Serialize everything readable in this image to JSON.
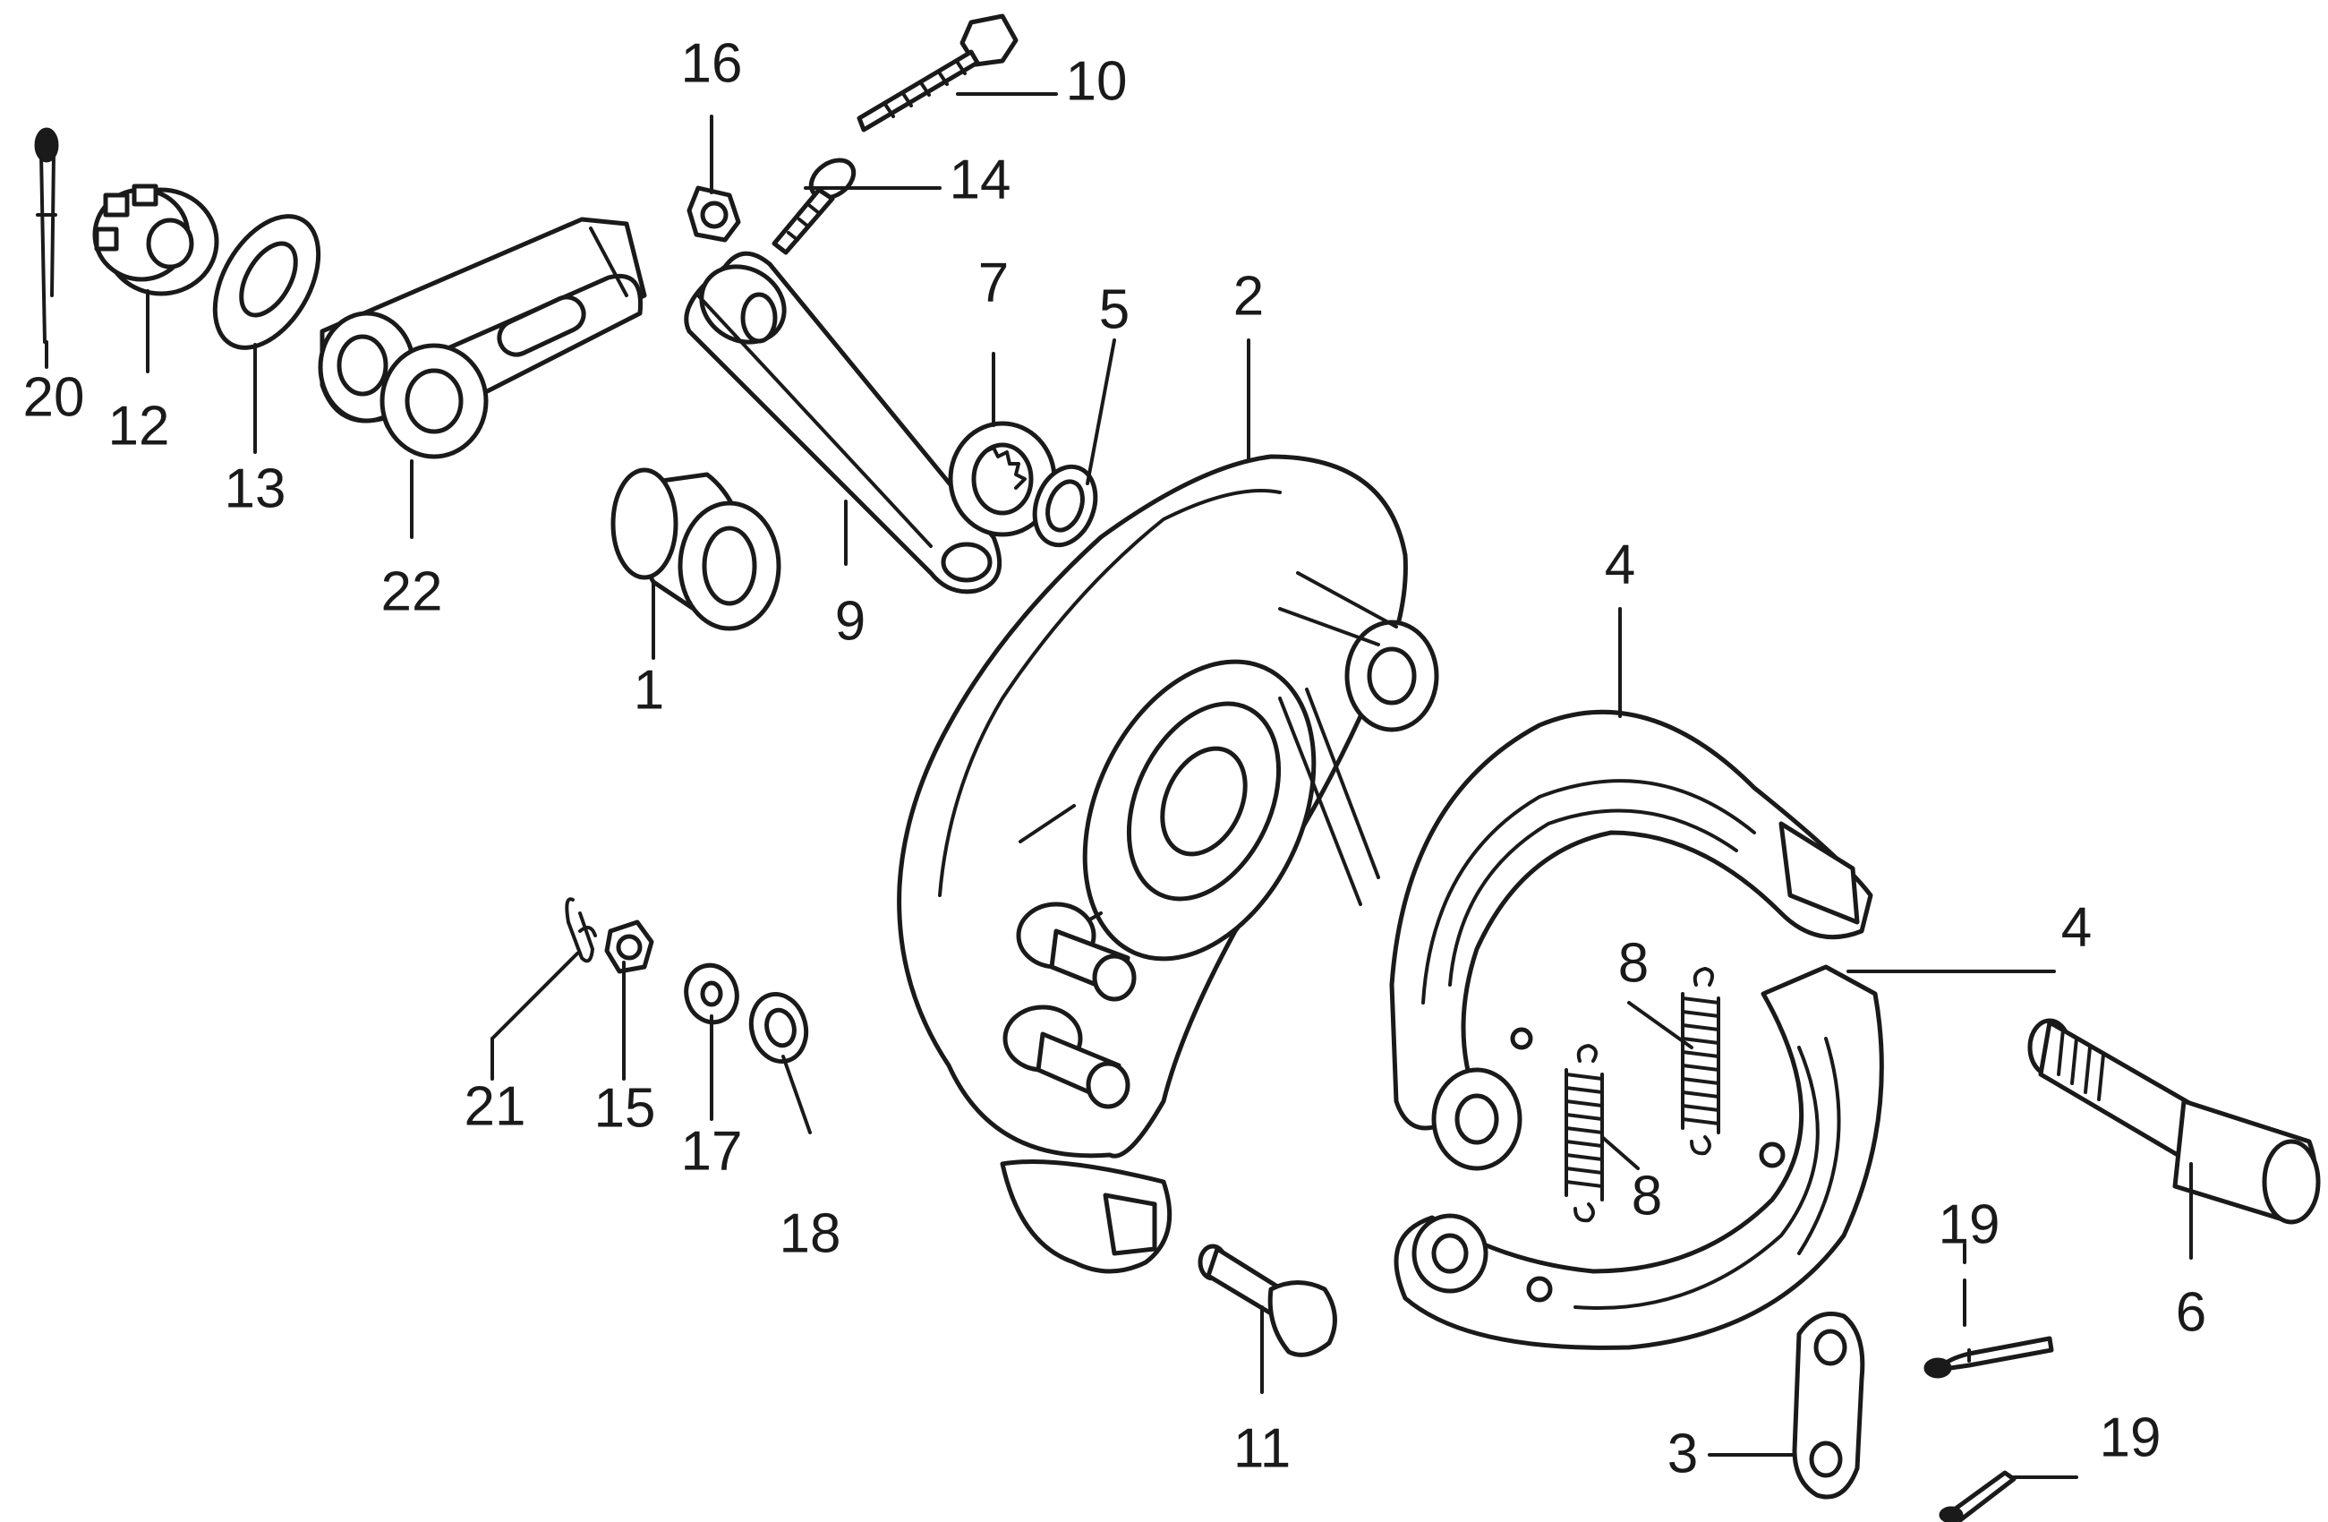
{
  "diagram": {
    "callouts": {
      "c1": "1",
      "c2": "2",
      "c3": "3",
      "c4a": "4",
      "c4b": "4",
      "c5": "5",
      "c6": "6",
      "c7": "7",
      "c8a": "8",
      "c8b": "8",
      "c9": "9",
      "c10": "10",
      "c11": "11",
      "c12": "12",
      "c13": "13",
      "c14": "14",
      "c15": "15",
      "c16": "16",
      "c17": "17",
      "c18": "18",
      "c19a": "19",
      "c19b": "19",
      "c20": "20",
      "c21": "21",
      "c22": "22"
    },
    "parts": [
      {
        "label": "1",
        "icon": "collar-icon"
      },
      {
        "label": "2",
        "icon": "brake-panel-icon"
      },
      {
        "label": "3",
        "icon": "shoe-plate-icon"
      },
      {
        "label": "4",
        "icon": "brake-shoe-icon"
      },
      {
        "label": "5",
        "icon": "washer-icon"
      },
      {
        "label": "6",
        "icon": "brake-cam-icon"
      },
      {
        "label": "7",
        "icon": "wear-indicator-icon"
      },
      {
        "label": "8",
        "icon": "spring-icon"
      },
      {
        "label": "9",
        "icon": "brake-arm-icon"
      },
      {
        "label": "10",
        "icon": "bolt-icon"
      },
      {
        "label": "11",
        "icon": "anchor-pin-icon"
      },
      {
        "label": "12",
        "icon": "castle-nut-icon"
      },
      {
        "label": "13",
        "icon": "washer-icon"
      },
      {
        "label": "14",
        "icon": "bolt-icon"
      },
      {
        "label": "15",
        "icon": "nut-icon"
      },
      {
        "label": "16",
        "icon": "nut-icon"
      },
      {
        "label": "17",
        "icon": "washer-icon"
      },
      {
        "label": "18",
        "icon": "spring-washer-icon"
      },
      {
        "label": "19",
        "icon": "cotter-pin-icon"
      },
      {
        "label": "20",
        "icon": "cotter-pin-icon"
      },
      {
        "label": "21",
        "icon": "clip-icon"
      },
      {
        "label": "22",
        "icon": "torque-link-icon"
      }
    ]
  }
}
